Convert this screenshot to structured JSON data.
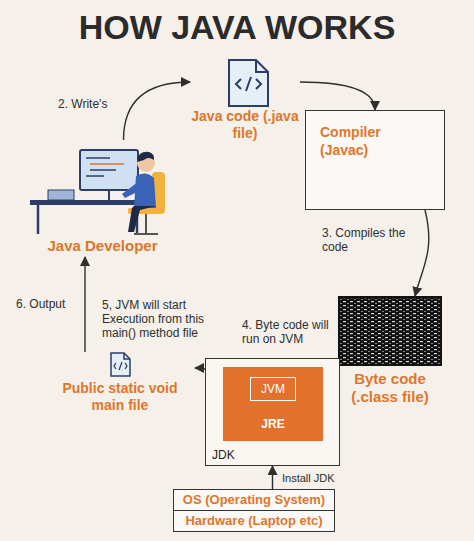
{
  "diagram": {
    "title": "HOW JAVA WORKS",
    "nodes": [
      {
        "text": [
          "Java code (.java file)"
        ]
      },
      {
        "text": [
          "Compiler (Javac)"
        ]
      },
      {
        "text": [
          "Byte code (.class file)"
        ]
      },
      {
        "text": [
          "JDK"
        ]
      },
      {
        "text": [
          "JRE"
        ],
        "in": 3
      },
      {
        "text": [
          "JVM"
        ],
        "in": 4
      },
      {
        "text": [
          "Public static void main file"
        ]
      },
      {
        "text": [
          "Java Developer"
        ]
      },
      {
        "text": [
          "OS (Operating System)"
        ]
      },
      {
        "text": [
          "Hardware (Laptop etc)"
        ]
      }
    ],
    "edges": [
      {
        "from": 7,
        "to": 0,
        "label": "2. Write's",
        "arrow": "to"
      },
      {
        "from": 0,
        "to": 1,
        "arrow": "to"
      },
      {
        "from": 1,
        "to": 2,
        "label": "3. Compiles the code",
        "arrow": "to"
      },
      {
        "from": 2,
        "to": 5,
        "label": "4. Byte code will run on JVM",
        "arrow": "to"
      },
      {
        "from": 5,
        "to": 6,
        "label": "5, JVM will start Execution from this main() method file",
        "arrow": "to"
      },
      {
        "from": 6,
        "to": 7,
        "label": "6. Output",
        "arrow": "to"
      },
      {
        "from": 8,
        "to": 3,
        "label": "Install JDK",
        "arrow": "to"
      }
    ]
  }
}
